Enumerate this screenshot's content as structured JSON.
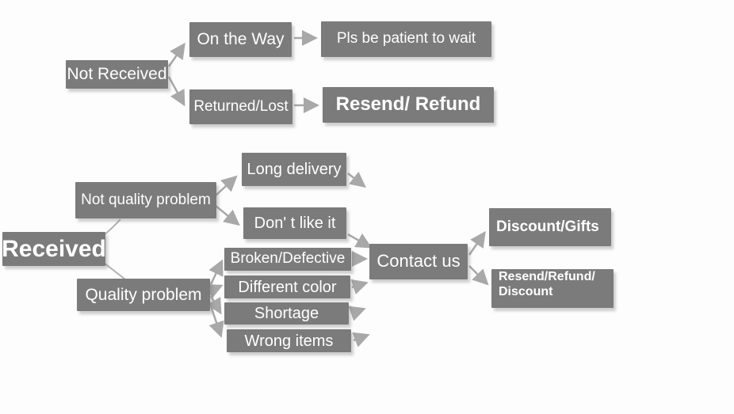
{
  "colors": {
    "node_fill": "#7b7b7b",
    "node_text": "#ffffff",
    "arrow": "#a8a8a8",
    "background": "#fdfdfd"
  },
  "nodes": {
    "not_received": "Not Received",
    "on_the_way": "On the Way",
    "pls_wait": "Pls be patient to wait",
    "returned_lost": "Returned/Lost",
    "resend_refund": "Resend/ Refund",
    "received": "Received",
    "not_quality_problem": "Not quality problem",
    "long_delivery": "Long delivery",
    "dont_like_it": "Don' t like it",
    "quality_problem": "Quality problem",
    "broken_defective": "Broken/Defective",
    "different_color": "Different color",
    "shortage": "Shortage",
    "wrong_items": "Wrong items",
    "contact_us": "Contact us",
    "discount_gifts": "Discount/Gifts",
    "resend_refund_discount_line1": "Resend/Refund/",
    "resend_refund_discount_line2": "Discount"
  }
}
